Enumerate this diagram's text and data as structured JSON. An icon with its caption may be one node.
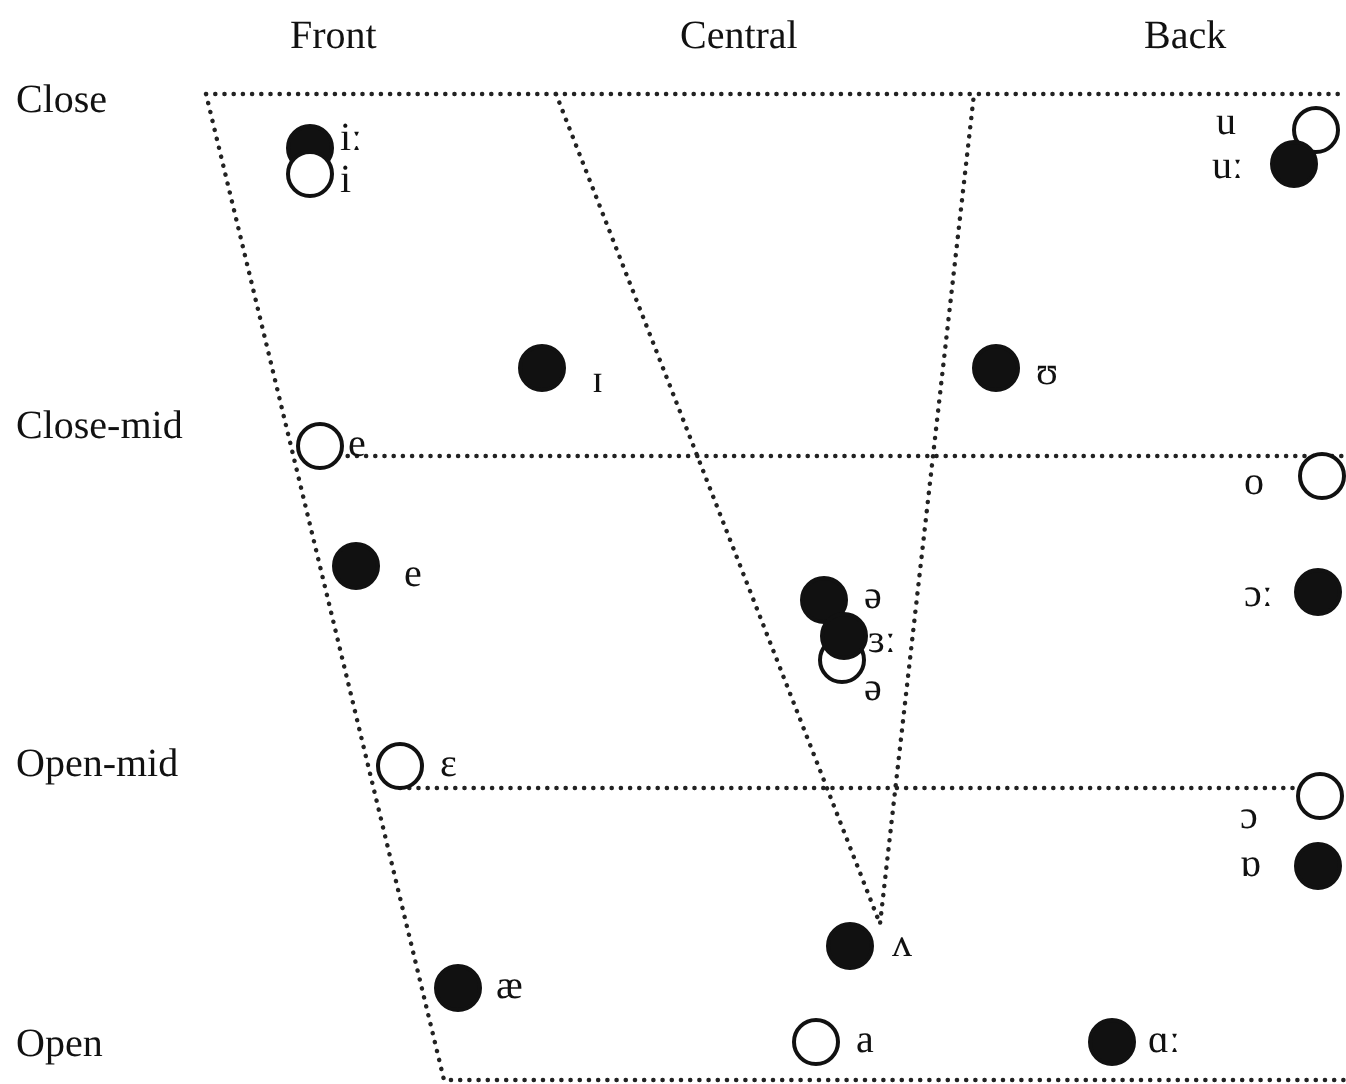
{
  "diagram": {
    "labels": [
      "Front",
      "Central",
      "Back",
      "Close",
      "iː",
      "u",
      "uː",
      "i",
      "ɪ",
      "ʊ",
      "Close-mid",
      "e",
      "o",
      "e",
      "ə",
      "ɔː",
      "ɜː",
      "ə",
      "Open-mid",
      "ɛ",
      "ɔ",
      "ɒ",
      "ʌ",
      "æ",
      "Open",
      "a",
      "ɑː"
    ]
  }
}
